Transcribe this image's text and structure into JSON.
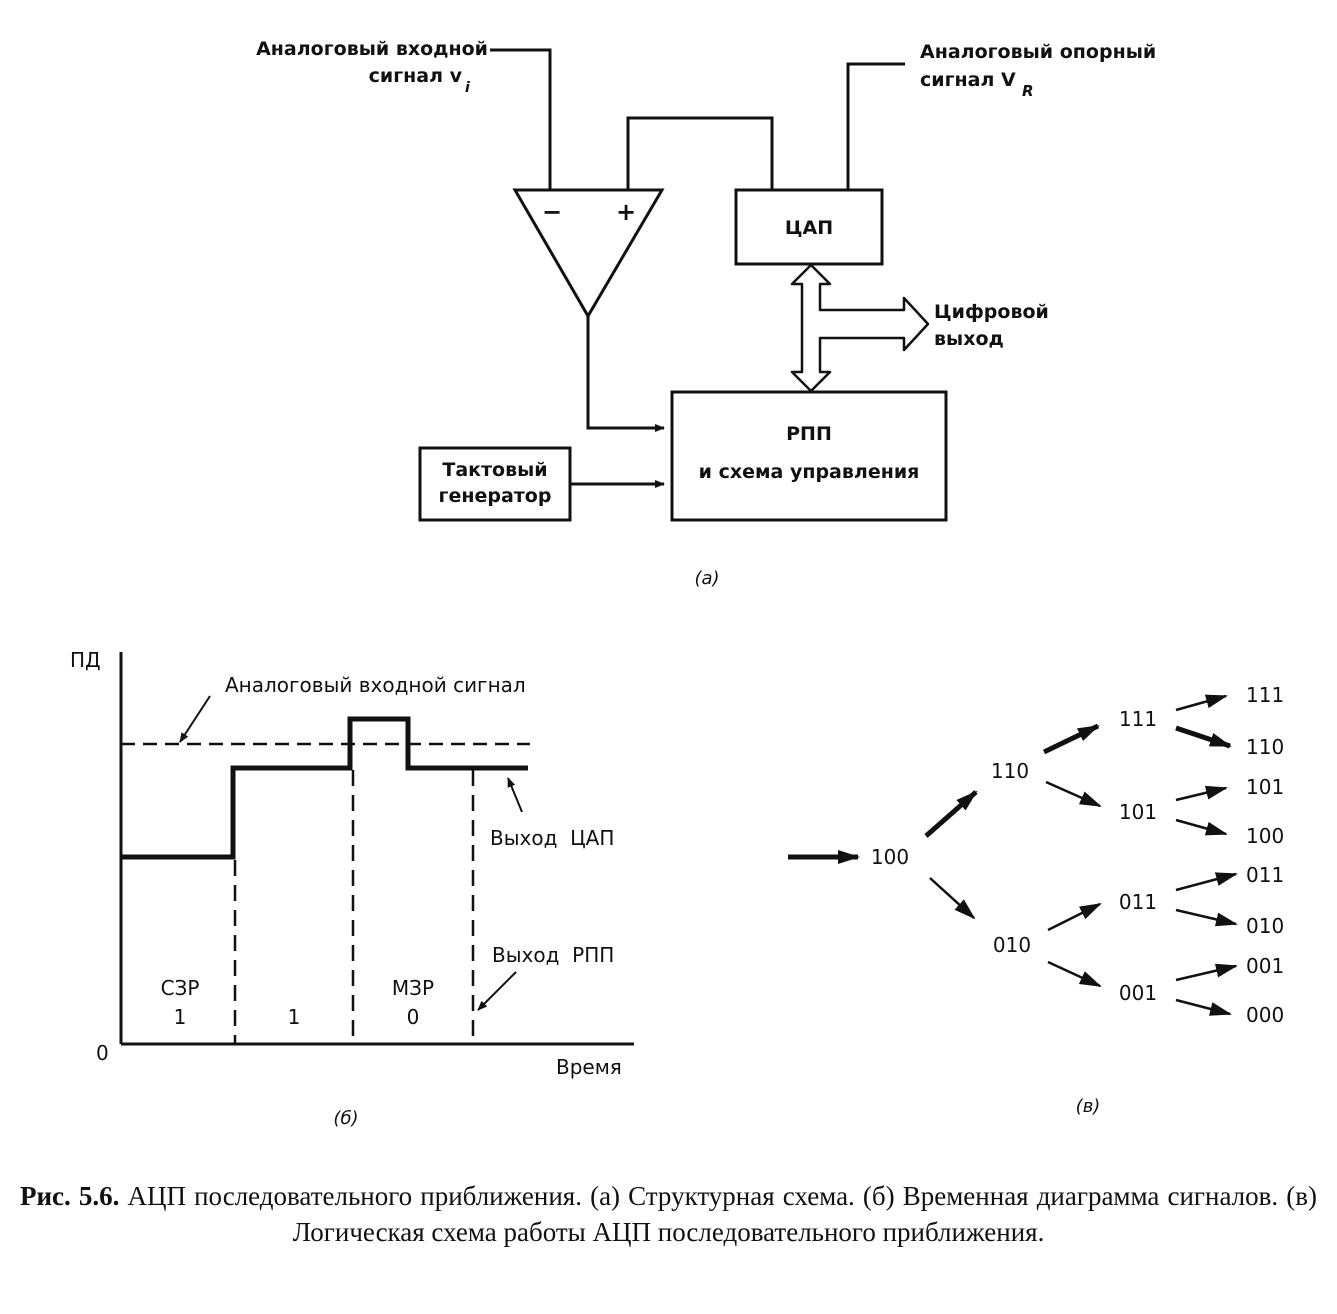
{
  "diagram_a": {
    "input_label_line1": "Аналоговый входной",
    "input_label_line2": "сигнал v",
    "input_label_sub": "i",
    "ref_label_line1": "Аналоговый опорный",
    "ref_label_line2": "сигнал V",
    "ref_label_sub": "R",
    "comparator_minus": "−",
    "comparator_plus": "+",
    "dac": "ЦАП",
    "digital_out_line1": "Цифровой",
    "digital_out_line2": "выход",
    "sar_line1": "РПП",
    "sar_line2": "и схема управления",
    "clock_line1": "Тактовый",
    "clock_line2": "генератор",
    "part": "(a)"
  },
  "diagram_b": {
    "y_axis": "ПД",
    "origin": "0",
    "x_axis": "Время",
    "analog_label": "Аналоговый входной сигнал",
    "dac_out_label": "Выход  ЦАП",
    "sar_out_label": "Выход  РПП",
    "bits": [
      {
        "name": "СЗР",
        "value": "1"
      },
      {
        "name": "",
        "value": "1"
      },
      {
        "name": "МЗР",
        "value": "0"
      }
    ],
    "part": "(б)"
  },
  "diagram_c": {
    "root": "100",
    "level1": [
      "110",
      "010"
    ],
    "level2": [
      "111",
      "101",
      "011",
      "001"
    ],
    "level3": [
      "111",
      "110",
      "101",
      "100",
      "011",
      "010",
      "001",
      "000"
    ],
    "part": "(в)"
  },
  "caption": {
    "prefix": "Рис. 5.6.",
    "text": " АЦП последовательного приближения. (а) Структурная схема. (б) Временная диаграмма сигналов. (в) Логическая схема работы АЦП последовательного приближения."
  }
}
